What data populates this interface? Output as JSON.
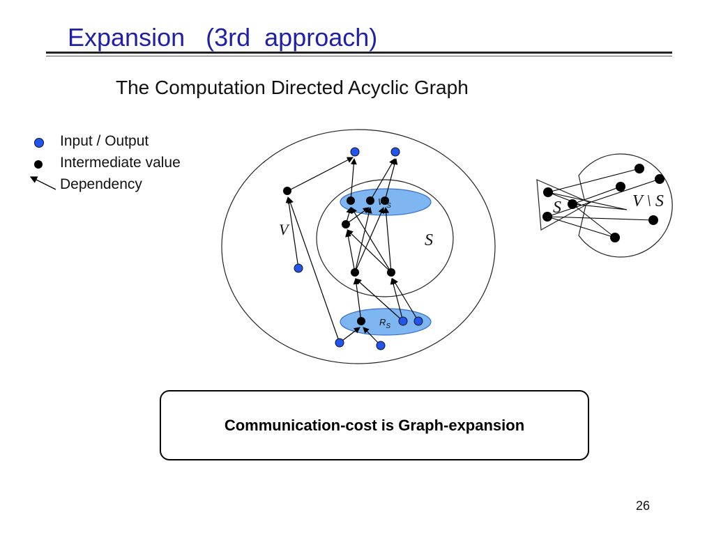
{
  "slide": {
    "title": "Expansion   (3rd  approach)",
    "subtitle": "The Computation Directed Acyclic Graph",
    "callout": "Communication-cost is Graph-expansion",
    "page_number": "26"
  },
  "legend": {
    "input_output": "Input / Output",
    "intermediate": "Intermediate value",
    "dependency": "Dependency"
  },
  "diagram": {
    "v_label": "V",
    "s_label": "S",
    "ws_label": "W",
    "ws_sub": "S",
    "rs_label": "R",
    "rs_sub": "S",
    "right_s_label": "S",
    "right_vs_label": "V \\ S"
  },
  "colors": {
    "title": "#1f1fa8",
    "input_output_node": "#2255ee",
    "intermediate_node": "#000000",
    "set_fill": "#7db6f0"
  }
}
